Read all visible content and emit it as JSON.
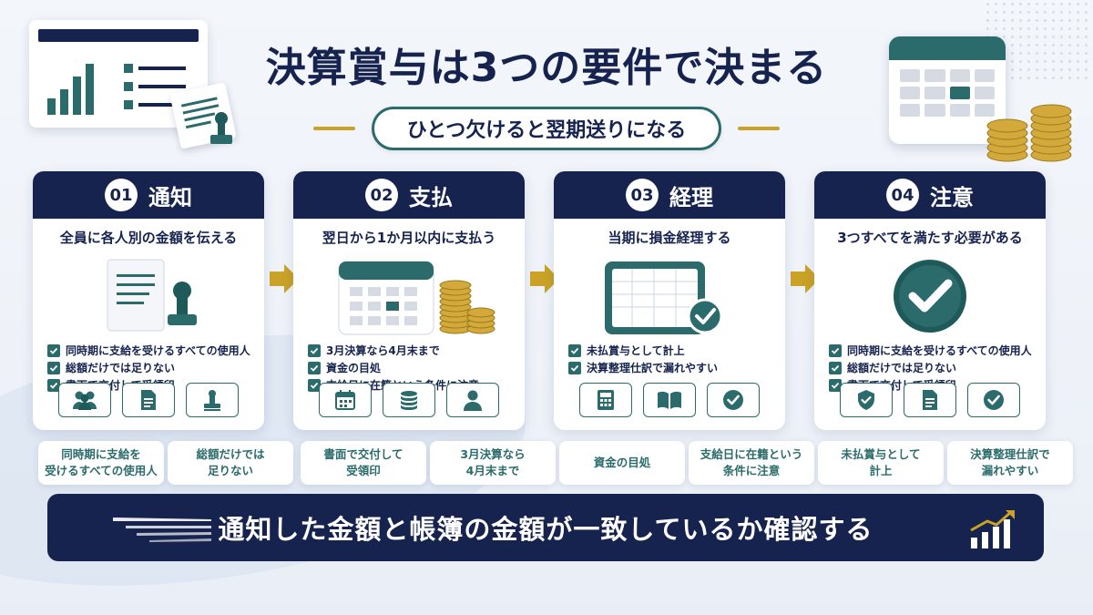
{
  "header": {
    "title": "決算賞与は3つの要件で決まる",
    "subtitle": "ひとつ欠けると翌期送りになる"
  },
  "colors": {
    "navy": "#16234f",
    "teal": "#2b6b6b",
    "gold": "#c9a227"
  },
  "cards": [
    {
      "num": "01",
      "title": "通知",
      "lead": "全員に各人別の金額を伝える",
      "art": "document-stamp",
      "checks": [
        "同時期に支給を受けるすべての使用人",
        "総額だけでは足りない",
        "書面で交付して受領印"
      ],
      "icons": [
        "people-icon",
        "document-icon",
        "stamp-icon"
      ]
    },
    {
      "num": "02",
      "title": "支払",
      "lead": "翌日から1か月以内に支払う",
      "art": "calendar-coins",
      "checks": [
        "3月決算なら4月末まで",
        "資金の目処",
        "支給日に在籍という条件に注意"
      ],
      "icons": [
        "calendar-icon",
        "coins-icon",
        "person-icon"
      ]
    },
    {
      "num": "03",
      "title": "経理",
      "lead": "当期に損金経理する",
      "art": "ledger-check",
      "checks": [
        "未払賞与として計上",
        "決算整理仕訳で漏れやすい"
      ],
      "icons": [
        "calculator-icon",
        "book-icon",
        "check-circle-icon"
      ]
    },
    {
      "num": "04",
      "title": "注意",
      "lead": "3つすべてを満たす必要がある",
      "art": "big-check",
      "checks": [
        "同時期に支給を受けるすべての使用人",
        "総額だけでは足りない",
        "書面で交付して受領印"
      ],
      "icons": [
        "shield-check-icon",
        "document-icon",
        "check-circle-icon"
      ]
    }
  ],
  "pills": [
    "同時期に支給を\n受けるすべての使用人",
    "総額だけでは\n足りない",
    "書面で交付して\n受領印",
    "3月決算なら\n4月末まで",
    "資金の目処",
    "支給日に在籍という\n条件に注意",
    "未払賞与として\n計上",
    "決算整理仕訳で\n漏れやすい"
  ],
  "banner": {
    "text": "通知した金額と帳簿の金額が一致しているか確認する"
  }
}
